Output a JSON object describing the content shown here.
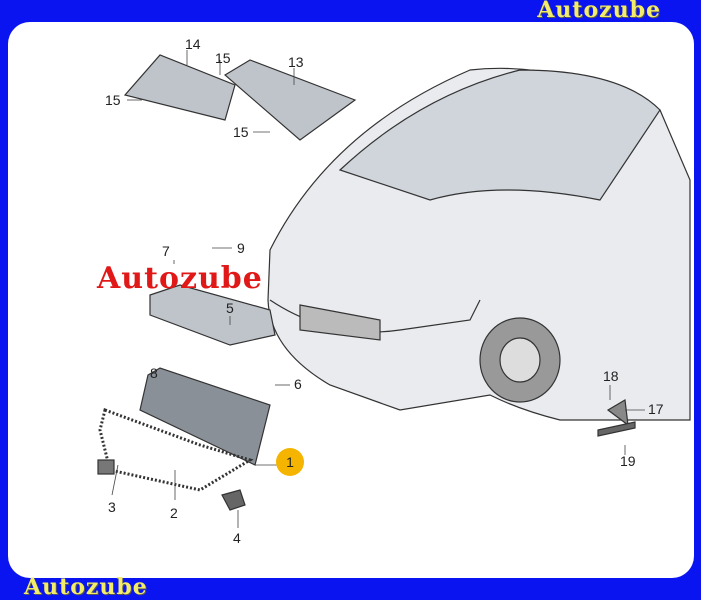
{
  "branding": {
    "top": "Autozube",
    "bottom": "Autozube",
    "watermark": "Autozube"
  },
  "callouts": {
    "p1": "1",
    "p2": "2",
    "p3": "3",
    "p4": "4",
    "p5": "5",
    "p6": "6",
    "p7": "7",
    "p8": "8",
    "p9": "9",
    "p13": "13",
    "p14": "14",
    "p15a": "15",
    "p15b": "15",
    "p15c": "15",
    "p17": "17",
    "p18": "18",
    "p19": "19"
  },
  "colors": {
    "frame": "#0a14f0",
    "brand": "#f2ec6a",
    "watermark": "#e01818",
    "highlight": "#f5b400"
  }
}
